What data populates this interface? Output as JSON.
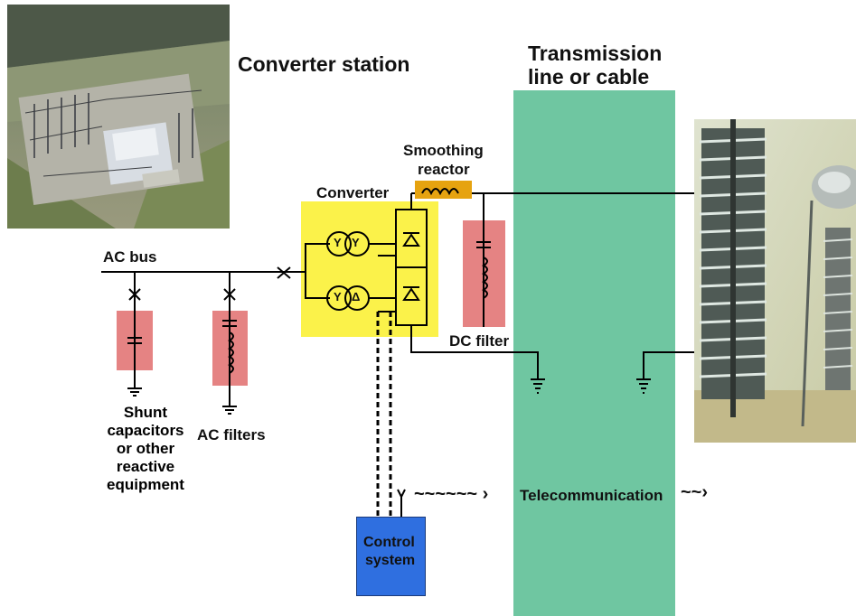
{
  "titles": {
    "converter_station": "Converter station",
    "transmission_line_1": "Transmission",
    "transmission_line_2": "line or cable"
  },
  "components": {
    "ac_bus": "AC bus",
    "converter": "Converter",
    "smoothing_reactor_1": "Smoothing",
    "smoothing_reactor_2": "reactor",
    "dc_filter": "DC filter",
    "shunt_capacitors": [
      "Shunt",
      "capacitors",
      "or other",
      "reactive",
      "equipment"
    ],
    "ac_filters": "AC filters",
    "control_system_1": "Control",
    "control_system_2": "system",
    "telecommunication": "Telecommunication"
  },
  "transformer_symbols": {
    "top_left": "Y",
    "top_right": "Y",
    "bottom_left": "Y",
    "bottom_right": "Δ"
  },
  "colors": {
    "transmission": "#6fc6a1",
    "converter_box": "#fbf24a",
    "filter_box": "#e58383",
    "control_box": "#2f6fe0",
    "reactor": "#e6a310"
  }
}
